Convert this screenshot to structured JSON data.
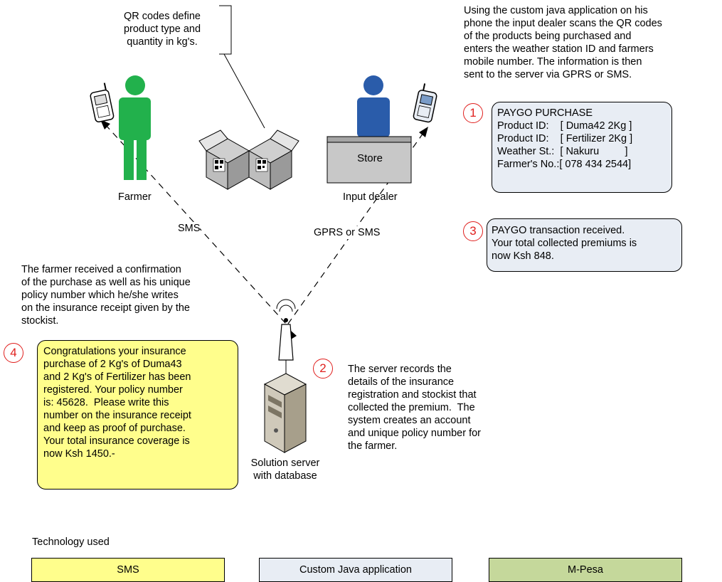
{
  "qr_note": "QR codes define\nproduct type and\nquantity in kg's.",
  "dealer_note": "Using the custom java application on his\nphone the input dealer scans the QR codes\nof the products being purchased and\nenters the weather station ID and farmers\nmobile number. The information is then\nsent to the server via GPRS or SMS.",
  "farmer_note": "The farmer received a confirmation\nof the purchase as well as his unique\npolicy number which he/she writes\non the insurance receipt given by the\nstockist.",
  "server_note": "The server records the\ndetails of the insurance\nregistration and stockist that\ncollected the premium.  The\nsystem creates an account\nand unique policy number for\nthe farmer.",
  "labels": {
    "farmer": "Farmer",
    "input_dealer": "Input dealer",
    "store": "Store",
    "sms": "SMS",
    "gprs_or_sms": "GPRS or SMS",
    "server": "Solution server\nwith database"
  },
  "steps": {
    "s1": "1",
    "s2": "2",
    "s3": "3",
    "s4": "4"
  },
  "callout_purchase": "PAYGO PURCHASE\nProduct ID:    [ Duma42 2Kg ]\nProduct ID:    [ Fertilizer 2Kg ]\nWeather St.:  [ Nakuru         ]\nFarmer's No.:[ 078 434 2544]",
  "callout_received": "PAYGO transaction received.\nYour total collected premiums is\nnow Ksh 848.",
  "callout_confirmation": "Congratulations your insurance\npurchase of 2 Kg's of Duma43\nand 2 Kg's of Fertilizer has been\nregistered. Your policy number\nis: 45628.  Please write this\nnumber on the insurance receipt\nand keep as proof of purchase.\nYour total insurance coverage is\nnow Ksh 1450.-",
  "technology": {
    "heading": "Technology used",
    "items": [
      "SMS",
      "Custom Java application",
      "M-Pesa"
    ]
  },
  "colors": {
    "farmer_green": "#22b14c",
    "dealer_blue": "#2a5caa",
    "yellow": "#fffe8c",
    "light_blue": "#e8edf4",
    "mpesa_green": "#c5d89b",
    "step_red": "#e0201e"
  }
}
